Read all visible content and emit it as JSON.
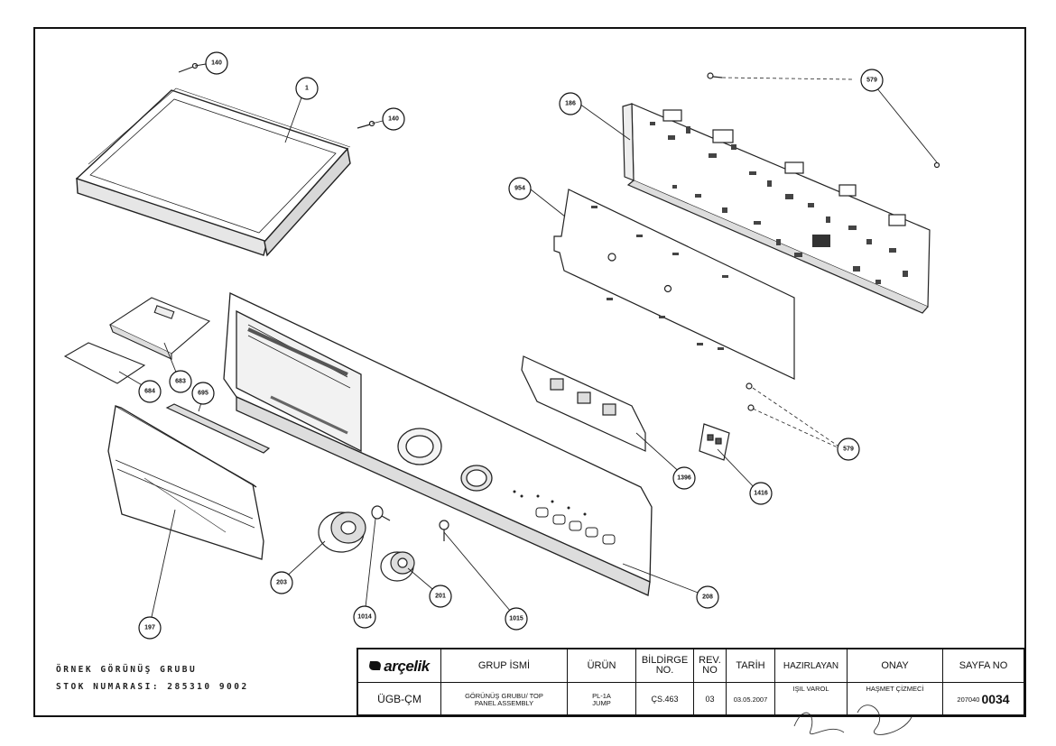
{
  "callouts": {
    "c140a": "140",
    "c1": "1",
    "c140b": "140",
    "c186": "186",
    "c579a": "579",
    "c954": "954",
    "c683": "683",
    "c684": "684",
    "c695": "695",
    "c1396": "1396",
    "c579b": "579",
    "c1416": "1416",
    "c197": "197",
    "c203": "203",
    "c1014": "1014",
    "c201": "201",
    "c1015": "1015",
    "c208": "208"
  },
  "footer": {
    "example_title": "ÖRNEK GÖRÜNÜŞ GRUBU",
    "stock_number": "STOK NUMARASI: 285310 9002"
  },
  "title_block": {
    "brand": "arçelik",
    "headers": {
      "group_name": "GRUP İSMİ",
      "product": "ÜRÜN",
      "notice": "BİLDİRGE NO.",
      "rev": "REV. NO",
      "date": "TARİH",
      "prepared": "HAZIRLAYAN",
      "approved": "ONAY",
      "page": "SAYFA NO"
    },
    "values": {
      "code": "ÜGB-ÇM",
      "group_name": "GÖRÜNÜŞ GRUBU/ TOP PANEL ASSEMBLY",
      "product": "PL-1A JUMP",
      "notice": "ÇS.463",
      "rev": "03",
      "date": "03.05.2007",
      "prepared": "IŞIL VAROL",
      "approved": "HAŞMET ÇİZMECİ",
      "page_prefix": "207040",
      "page_number": "0034"
    }
  }
}
